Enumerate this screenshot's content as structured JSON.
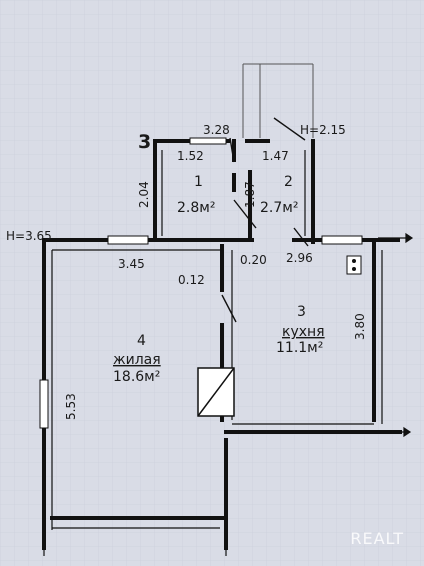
{
  "plan": {
    "section_number": "3",
    "ceiling_heights": {
      "left": "H=3.65",
      "top_right": "H=2.15"
    },
    "rooms": [
      {
        "number": "1",
        "area": "2.8м²"
      },
      {
        "number": "2",
        "area": "2.7м²"
      },
      {
        "number": "3",
        "name": "кухня",
        "area": "11.1м²"
      },
      {
        "number": "4",
        "name": "жилая",
        "area": "18.6м²"
      }
    ],
    "dimensions": {
      "top_width": "3.28",
      "room1_width": "1.52",
      "room2_width": "1.47",
      "room1_height": "2.04",
      "room2_height": "1.87",
      "living_top": "3.45",
      "partition": "0.20",
      "kitchen_top": "2.96",
      "wall_thickness": "0.12",
      "kitchen_height": "3.80",
      "living_height": "5.53"
    }
  },
  "watermark": "REALT"
}
